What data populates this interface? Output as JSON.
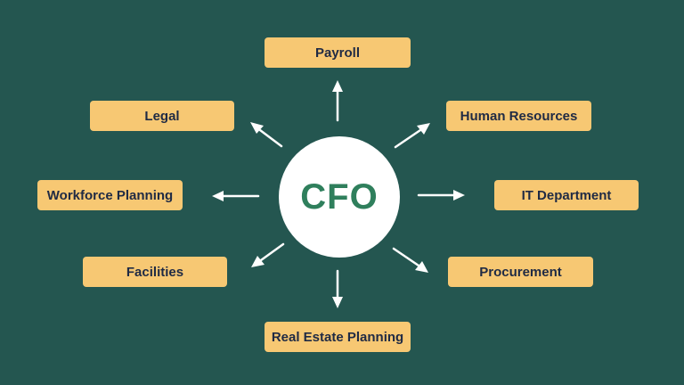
{
  "center": {
    "label": "CFO"
  },
  "nodes": {
    "payroll": "Payroll",
    "legal": "Legal",
    "human_resources": "Human Resources",
    "workforce_planning": "Workforce Planning",
    "it_department": "IT Department",
    "facilities": "Facilities",
    "procurement": "Procurement",
    "real_estate_planning": "Real Estate Planning"
  },
  "colors": {
    "background": "#245650",
    "box": "#f7c873",
    "box_text": "#1f2a44",
    "center_fill": "#ffffff",
    "center_text": "#2f7f5c",
    "arrow": "#ffffff"
  }
}
